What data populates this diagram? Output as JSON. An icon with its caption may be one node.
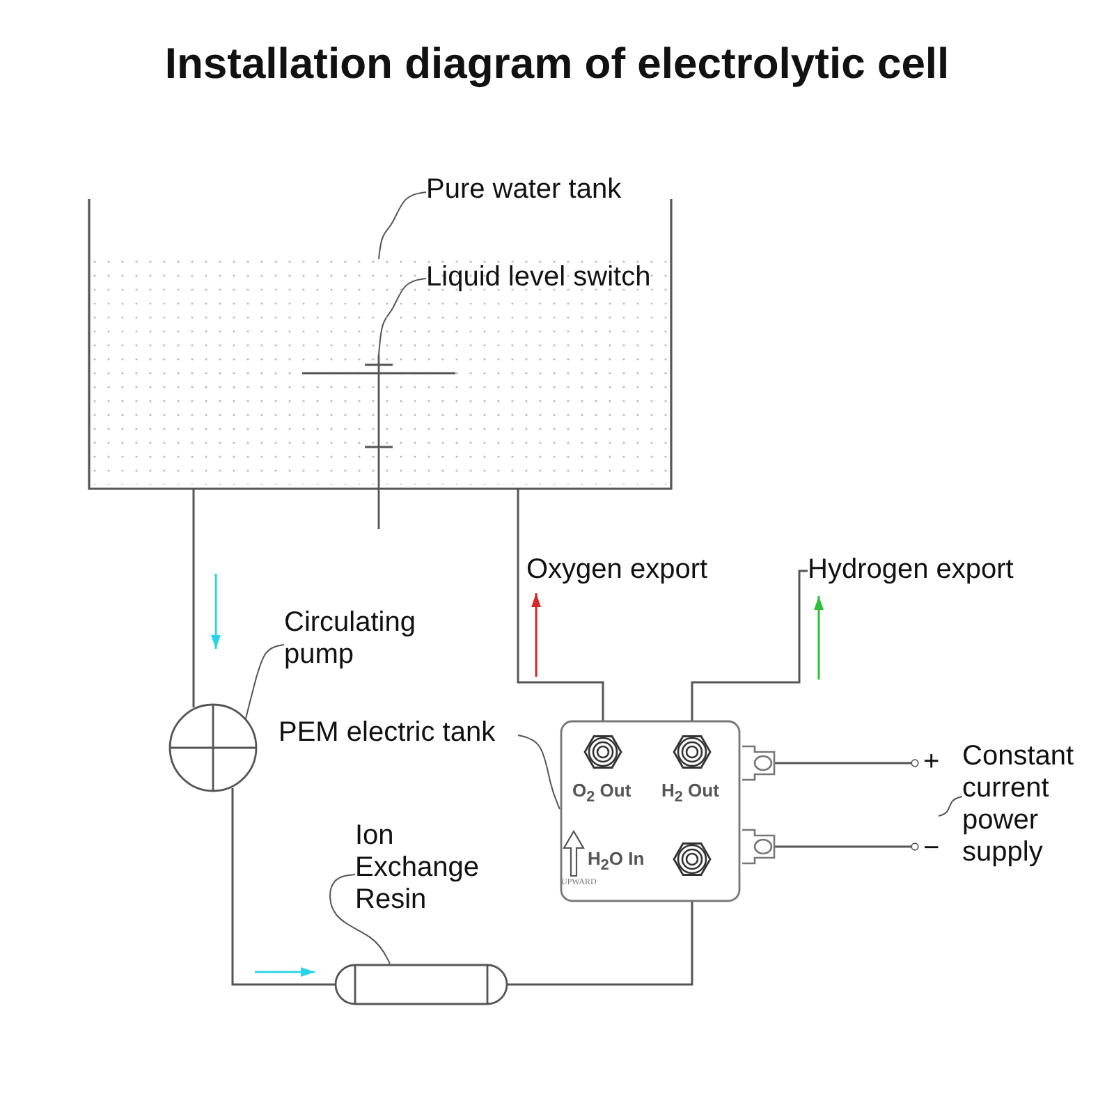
{
  "diagram": {
    "title": "Installation diagram of electrolytic cell",
    "nodes": [
      {
        "text": [
          "Pure water tank"
        ]
      },
      {
        "text": [],
        "shape": "box"
      },
      {
        "text": [
          "Liquid level switch"
        ],
        "in": 1
      },
      {
        "text": [],
        "shape": "bar"
      },
      {
        "text": [
          "Circulating pump"
        ]
      },
      {
        "text": [],
        "shape": "circle"
      },
      {
        "text": [
          "PEM electric tank"
        ]
      },
      {
        "text": [
          "O$_{2}$ Out",
          "H$_{2}$ Out",
          "H$_{2}$O In",
          "UPWARD"
        ]
      },
      {
        "text": [
          "Ion Exchange Resin"
        ]
      },
      {
        "text": [],
        "shape": "cylinder"
      },
      {
        "text": [
          "Constant current power supply"
        ]
      },
      {
        "text": [
          "Hydrogen export"
        ]
      },
      {
        "text": [
          "+"
        ]
      },
      {
        "text": [
          "−"
        ]
      }
    ],
    "edges": [
      {
        "from": 0,
        "to": 1,
        "arrow": "none"
      },
      {
        "from": 2,
        "to": 3,
        "arrow": "none"
      },
      {
        "from": 4,
        "to": 5,
        "arrow": "none"
      },
      {
        "from": 6,
        "to": 7,
        "arrow": "none"
      },
      {
        "from": 8,
        "to": 9,
        "arrow": "none"
      },
      {
        "from": 10,
        "to": null,
        "arrow": "none"
      },
      {
        "from": 1,
        "to": 5,
        "arrow": "none"
      },
      {
        "from": 5,
        "to": 9,
        "arrow": "none"
      },
      {
        "from": 9,
        "to": 7,
        "arrow": "none"
      },
      {
        "from": 7,
        "to": 1,
        "arrow": "none"
      },
      {
        "from": 7,
        "to": 11,
        "arrow": "none"
      },
      {
        "from": 7,
        "to": 12,
        "arrow": "other"
      },
      {
        "from": 7,
        "to": 13,
        "arrow": "other"
      }
    ],
    "labels": [
      "Oxygen export"
    ]
  }
}
